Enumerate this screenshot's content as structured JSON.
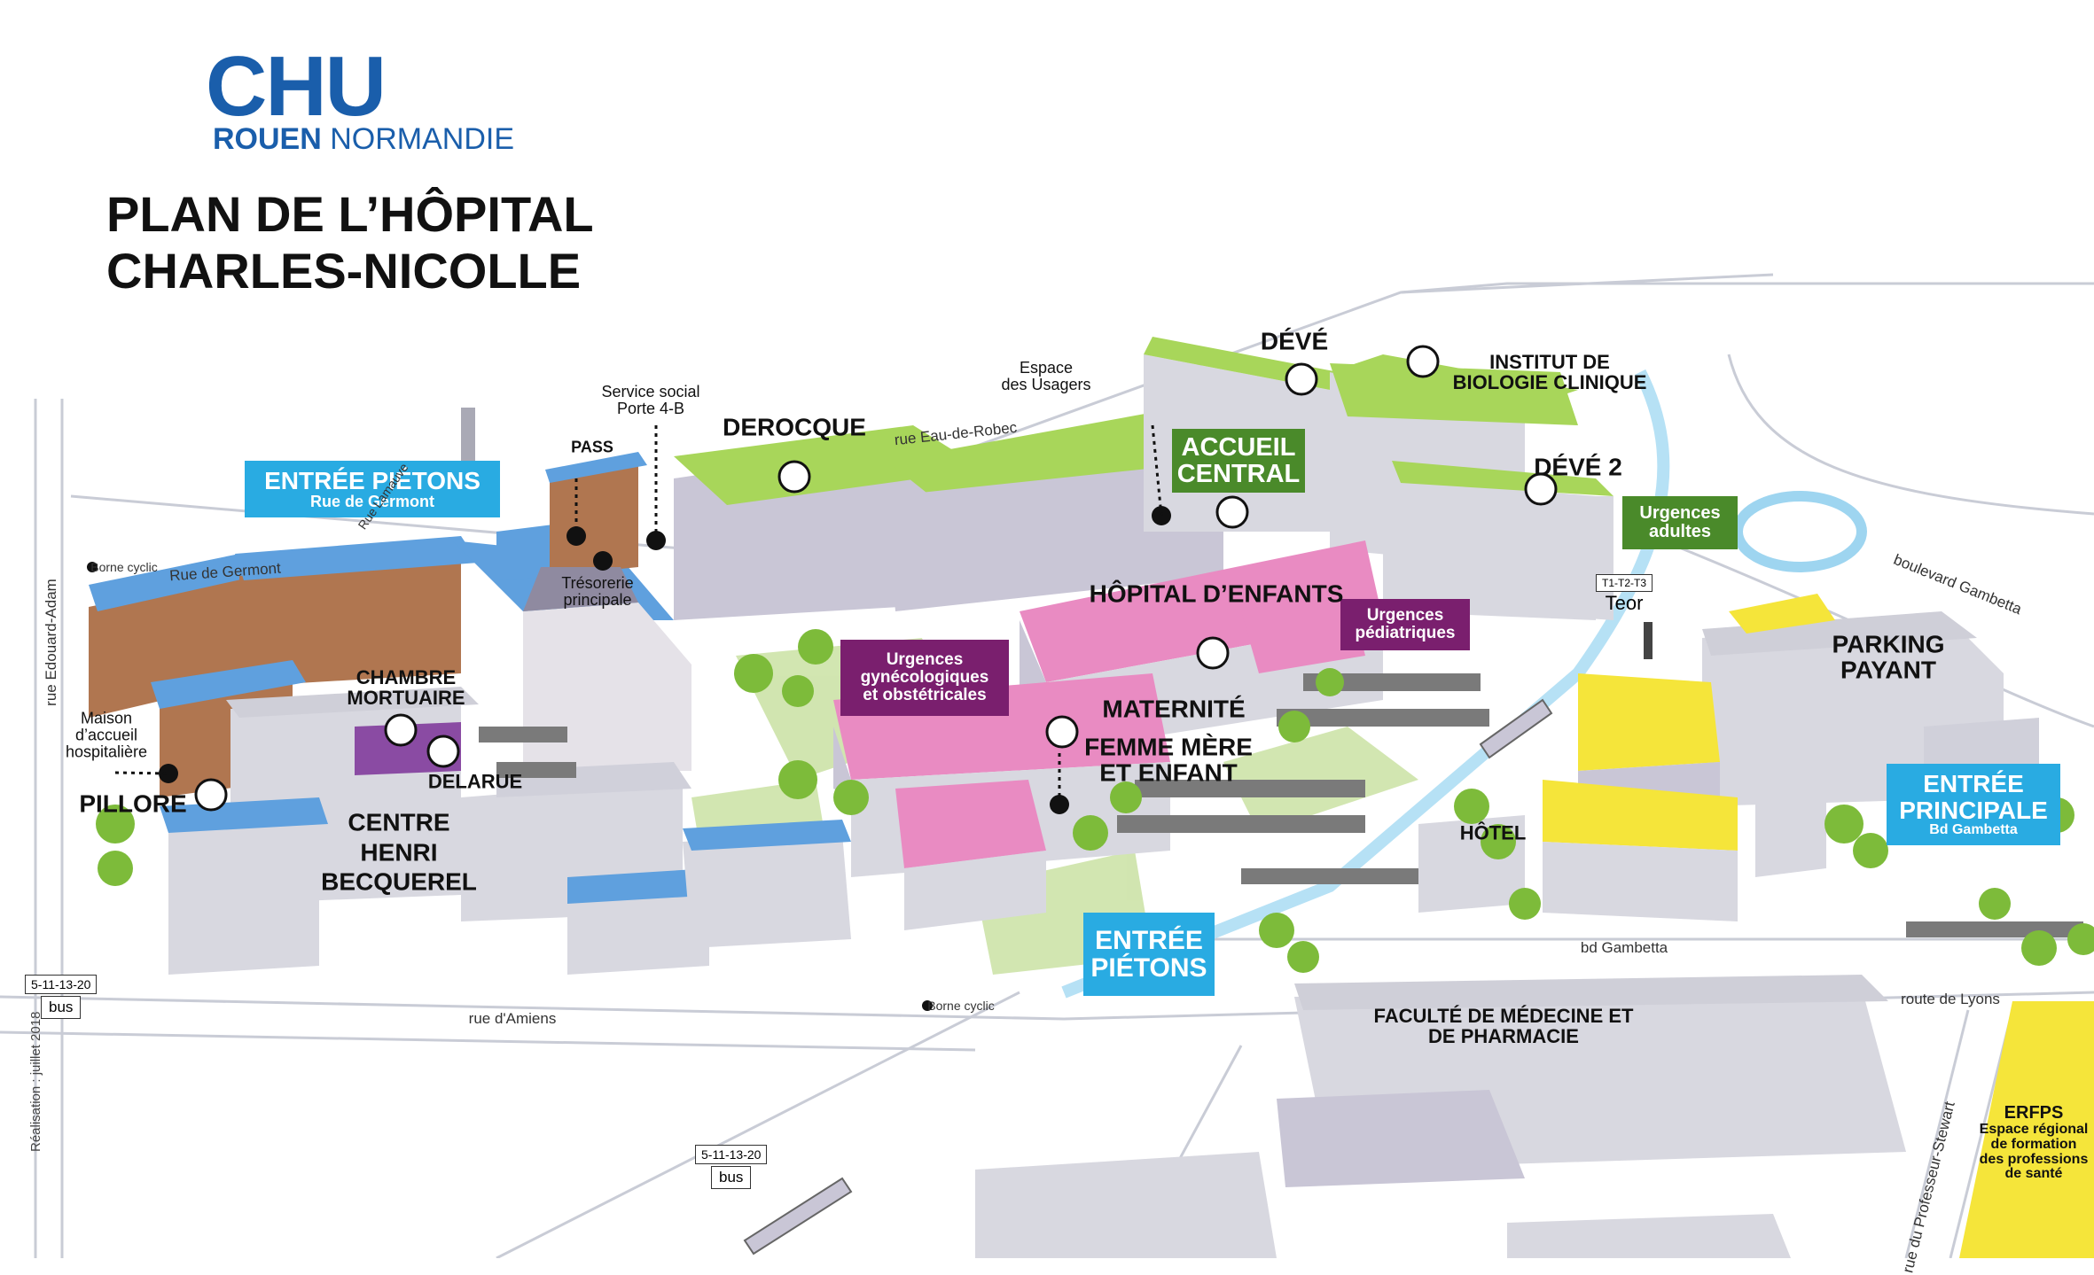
{
  "logo": {
    "brand": "CHU",
    "city": "ROUEN",
    "region": "NORMANDIE"
  },
  "title": {
    "line1": "PLAN DE L’HÔPITAL",
    "line2": "CHARLES-NICOLLE"
  },
  "credit": "Réalisation : juillet 2018",
  "colors": {
    "accent_blue": "#29abe2",
    "green_box": "#4a8a2a",
    "purple_box": "#7a1f6e",
    "roof_green": "#a8d65a",
    "roof_blue": "#5fa0de",
    "roof_pink": "#e98bc2",
    "roof_yellow": "#f5e53a",
    "brand_blue": "#1a5eab"
  },
  "entrances": {
    "pietons_germont": {
      "title": "ENTRÉE PIÉTONS",
      "sub": "Rue de Germont"
    },
    "pietons_south": {
      "title": "ENTRÉE",
      "sub": "PIÉTONS"
    },
    "principale": {
      "title": "ENTRÉE",
      "title2": "PRINCIPALE",
      "sub": "Bd Gambetta"
    }
  },
  "services": {
    "accueil": {
      "l1": "ACCUEIL",
      "l2": "CENTRAL"
    },
    "urgences_adultes": {
      "l1": "Urgences",
      "l2": "adultes"
    },
    "urgences_ped": {
      "l1": "Urgences",
      "l2": "pédiatriques"
    },
    "urgences_gyn": {
      "l1": "Urgences",
      "l2": "gynécologiques",
      "l3": "et obstétricales"
    }
  },
  "buildings": {
    "deve": "DÉVÉ",
    "deve2": "DÉVÉ 2",
    "institut": {
      "l1": "INSTITUT DE",
      "l2": "BIOLOGIE CLINIQUE"
    },
    "derocque": "DEROCQUE",
    "hopital_enfants": "HÔPITAL D’ENFANTS",
    "maternite": "MATERNITÉ",
    "femme": {
      "l1": "FEMME MÈRE",
      "l2": "ET ENFANT"
    },
    "chambre": {
      "l1": "CHAMBRE",
      "l2": "MORTUAIRE"
    },
    "delarue": "DELARUE",
    "pillore": "PILLORE",
    "becquerel": {
      "l1": "CENTRE",
      "l2": "HENRI",
      "l3": "BECQUEREL"
    },
    "parking": {
      "l1": "PARKING",
      "l2": "PAYANT"
    },
    "hotel": "HÔTEL",
    "faculte": {
      "l1": "FACULTÉ DE MÉDECINE ET",
      "l2": "DE PHARMACIE"
    },
    "erfps": {
      "l1": "ERFPS",
      "l2": "Espace régional",
      "l3": "de formation",
      "l4": "des professions",
      "l5": "de santé"
    }
  },
  "points": {
    "espace_usagers": {
      "l1": "Espace",
      "l2": "des Usagers"
    },
    "service_social": {
      "l1": "Service social",
      "l2": "Porte 4-B"
    },
    "pass": "PASS",
    "tresorerie": {
      "l1": "Trésorerie",
      "l2": "principale"
    },
    "maison": {
      "l1": "Maison",
      "l2": "d’accueil",
      "l3": "hospitalière"
    }
  },
  "streets": {
    "eau_robec": "rue Eau-de-Robec",
    "germont": "Rue de Germont",
    "edouard": "rue Edouard-Adam",
    "amiens": "rue d'Amiens",
    "bd_gambetta": "boulevard Gambetta",
    "bd_gambetta2": "bd Gambetta",
    "lyons": "route de Lyons",
    "stewart": "rue du Professeur-Stewart",
    "armatte": "Rue Lamauve"
  },
  "transport": {
    "teor_lines": "T1-T2-T3",
    "teor": "Teor",
    "bus_lines": "5-11-13-20",
    "bus": "bus",
    "borne": "Borne cyclic"
  }
}
